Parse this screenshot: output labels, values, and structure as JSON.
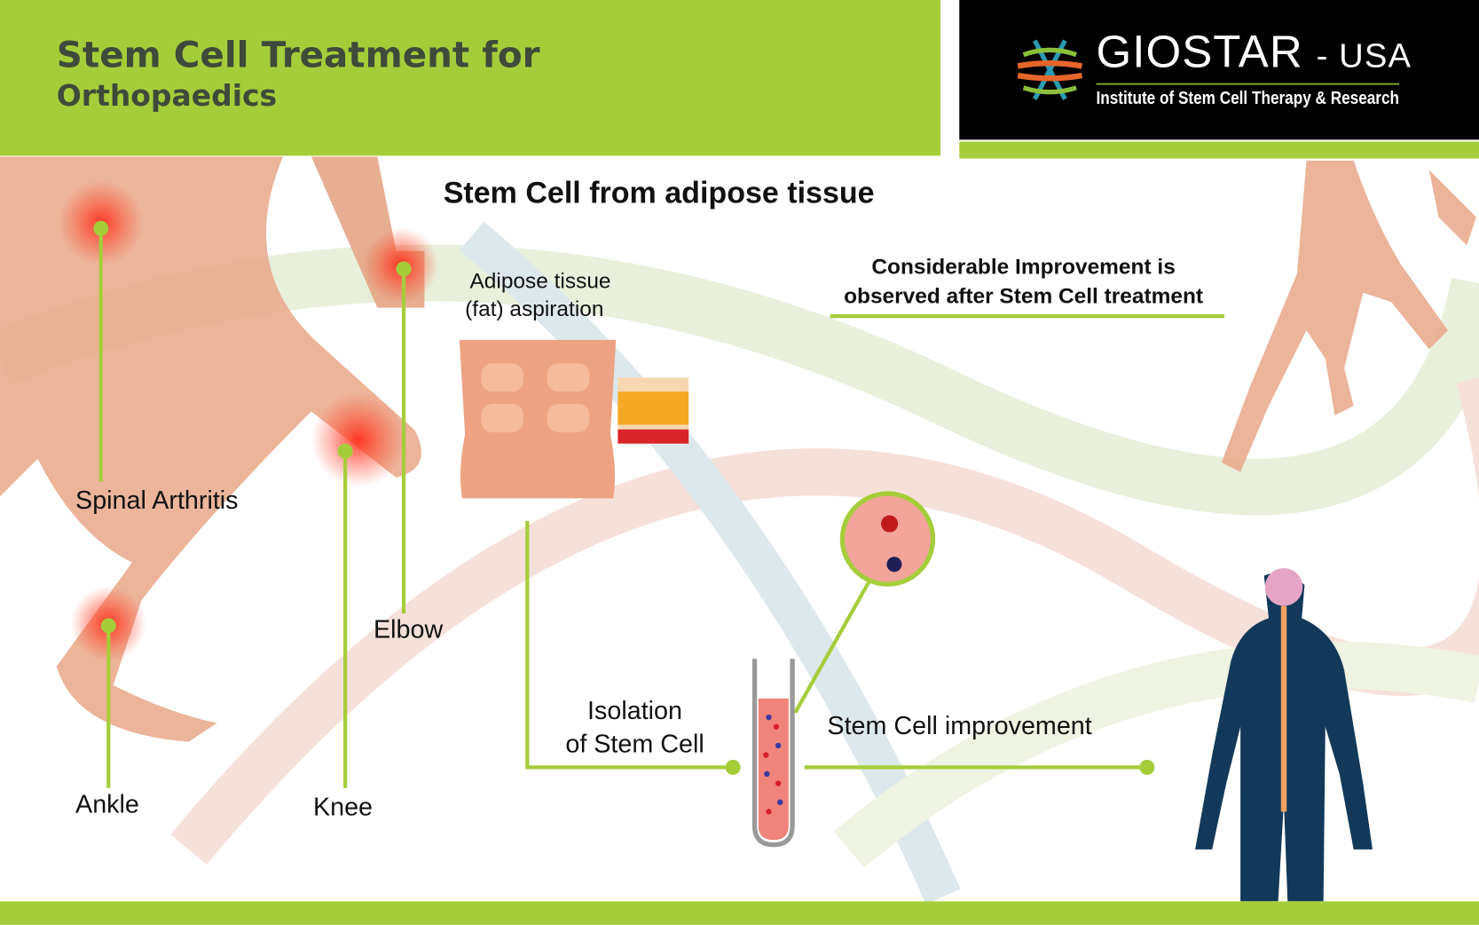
{
  "header": {
    "title_line1": "Stem Cell Treatment for",
    "title_line2": "Orthopaedics"
  },
  "logo": {
    "brand": "GIOSTAR",
    "region": "- USA",
    "subtitle": "Institute of Stem Cell Therapy & Research"
  },
  "main_title": "Stem Cell from adipose tissue",
  "body_labels": {
    "spinal": "Spinal Arthritis",
    "elbow": "Elbow",
    "ankle": "Ankle",
    "knee": "Knee"
  },
  "process": {
    "adipose_line1": "Adipose tissue",
    "adipose_line2": "(fat) aspiration",
    "isolation_line1": "Isolation",
    "isolation_line2": "of Stem Cell",
    "improvement": "Stem Cell improvement"
  },
  "result": {
    "line1": "Considerable Improvement is",
    "line2": "observed after Stem Cell treatment"
  },
  "colors": {
    "accent": "#a5cd39",
    "text": "#3f4a3a",
    "logo_bg": "#000000"
  }
}
